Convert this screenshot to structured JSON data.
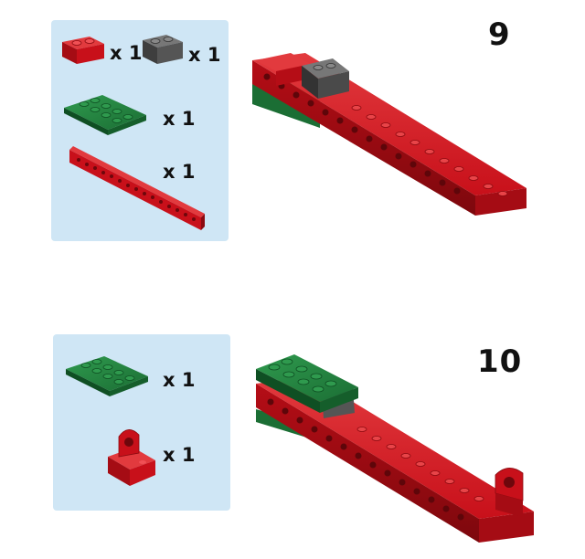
{
  "steps": [
    {
      "number": "9",
      "parts": [
        {
          "icon": "red-technic-brick-1x2-icon",
          "quantity": "x 1"
        },
        {
          "icon": "dark-gray-technic-brick-1x2-icon",
          "quantity": "x 1"
        },
        {
          "icon": "green-plate-2x4-icon",
          "quantity": "x 1"
        },
        {
          "icon": "red-technic-beam-1x16-icon",
          "quantity": "x 1"
        }
      ]
    },
    {
      "number": "10",
      "parts": [
        {
          "icon": "green-plate-2x4-icon",
          "quantity": "x 1"
        },
        {
          "icon": "red-technic-brick-with-hole-icon",
          "quantity": "x 1"
        }
      ]
    }
  ],
  "colors": {
    "panel_bg": "#cfe6f5",
    "brick_red": "#c8101a",
    "brick_red_dark": "#8c0a10",
    "plate_green": "#1f7a3a",
    "plate_green_dark": "#0f4f23",
    "brick_gray": "#5a5a5a"
  }
}
